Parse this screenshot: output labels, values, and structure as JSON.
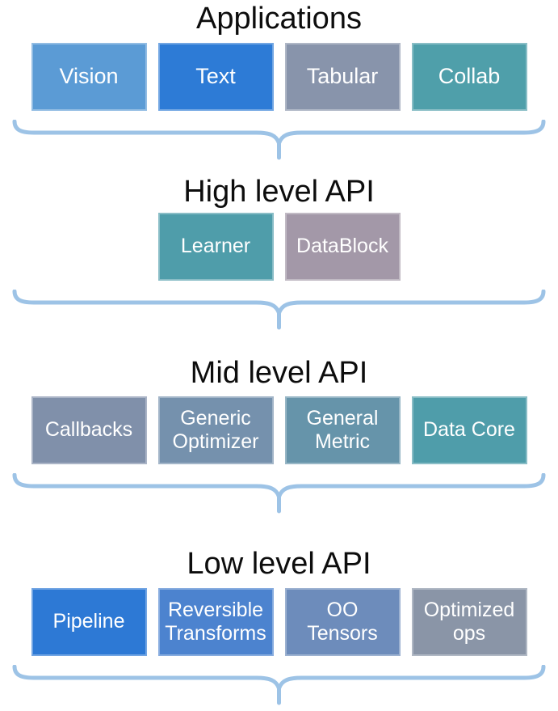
{
  "diagram": {
    "brace_color": "#9dc3e6",
    "text_color": "#ffffff",
    "title_color": "#0d0d0d",
    "layers": [
      {
        "title": "Applications",
        "boxes": [
          {
            "label": "Vision",
            "color": "#5b9bd5"
          },
          {
            "label": "Text",
            "color": "#2d7bd6"
          },
          {
            "label": "Tabular",
            "color": "#8894ab"
          },
          {
            "label": "Collab",
            "color": "#4f9faa"
          }
        ]
      },
      {
        "title": "High level API",
        "boxes": [
          {
            "label": "Learner",
            "color": "#4f9daa"
          },
          {
            "label": "DataBlock",
            "color": "#a398a8"
          }
        ]
      },
      {
        "title": "Mid level API",
        "boxes": [
          {
            "label": "Callbacks",
            "color": "#8090aa"
          },
          {
            "label": "Generic Optimizer",
            "color": "#7591ad"
          },
          {
            "label": "General Metric",
            "color": "#6694aa"
          },
          {
            "label": "Data Core",
            "color": "#4f9daa"
          }
        ]
      },
      {
        "title": "Low level API",
        "boxes": [
          {
            "label": "Pipeline",
            "color": "#2d79d5"
          },
          {
            "label": "Reversible Transforms",
            "color": "#4c83cf"
          },
          {
            "label": "OO Tensors",
            "color": "#6d8cbb"
          },
          {
            "label": "Optimized ops",
            "color": "#8a95a7"
          }
        ]
      }
    ]
  }
}
